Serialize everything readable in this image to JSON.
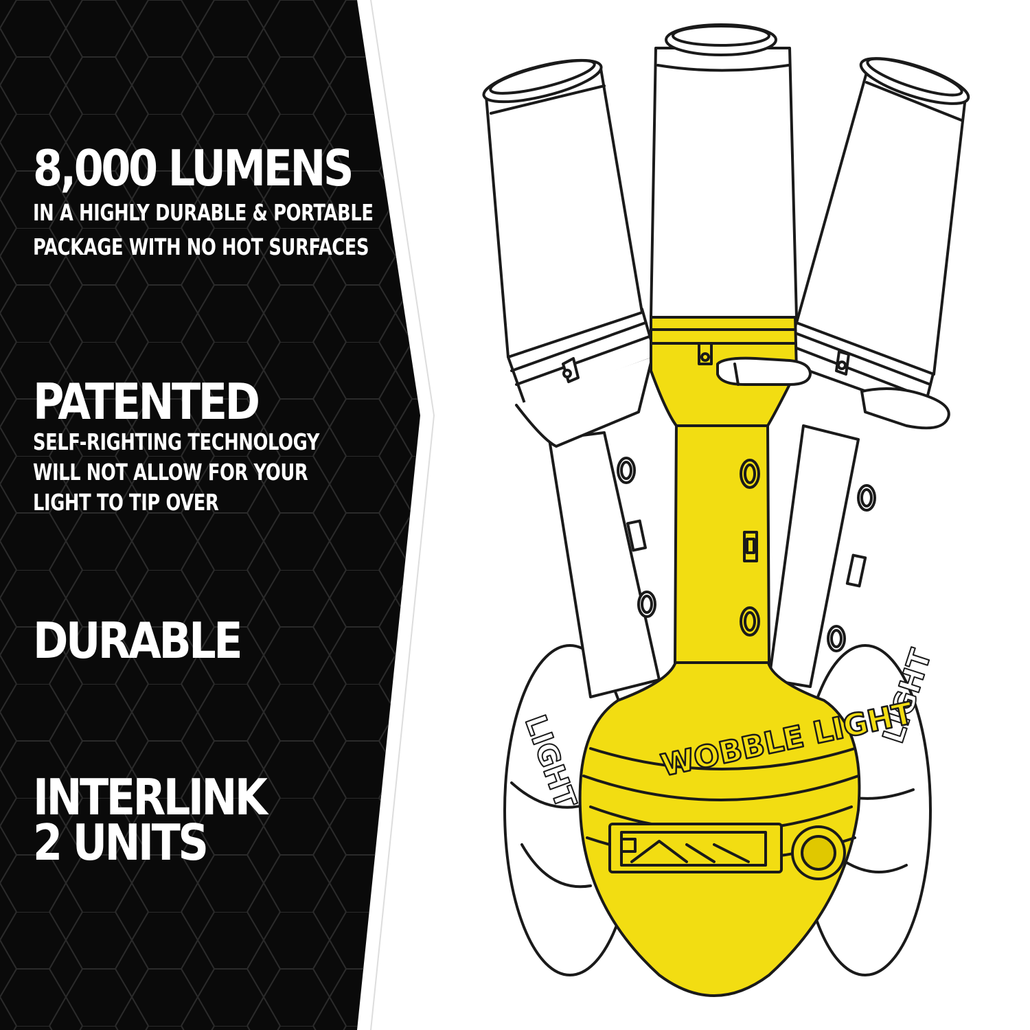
{
  "features": [
    {
      "headline": "8,000 LUMENS",
      "lines": [
        "IN A HIGHLY DURABLE & PORTABLE",
        "PACKAGE WITH NO HOT SURFACES"
      ]
    },
    {
      "headline": "PATENTED",
      "lines": [
        "SELF-RIGHTING TECHNOLOGY",
        "WILL NOT ALLOW FOR YOUR",
        "LIGHT TO TIP OVER"
      ]
    },
    {
      "headline": "DURABLE",
      "lines": []
    },
    {
      "headline_lines": [
        "INTERLINK",
        "2 UNITS"
      ]
    }
  ],
  "product": {
    "brand_text": "WOBBLE LIGHT",
    "side_text_left": "LIGHT",
    "side_text_right": "LIGHT",
    "highlight_color": "#f2dd12"
  },
  "colors": {
    "panel_bg": "#0a0a0a",
    "pattern_line": "#2b2b2b",
    "text": "#ffffff",
    "outline": "#1a1a1a"
  }
}
